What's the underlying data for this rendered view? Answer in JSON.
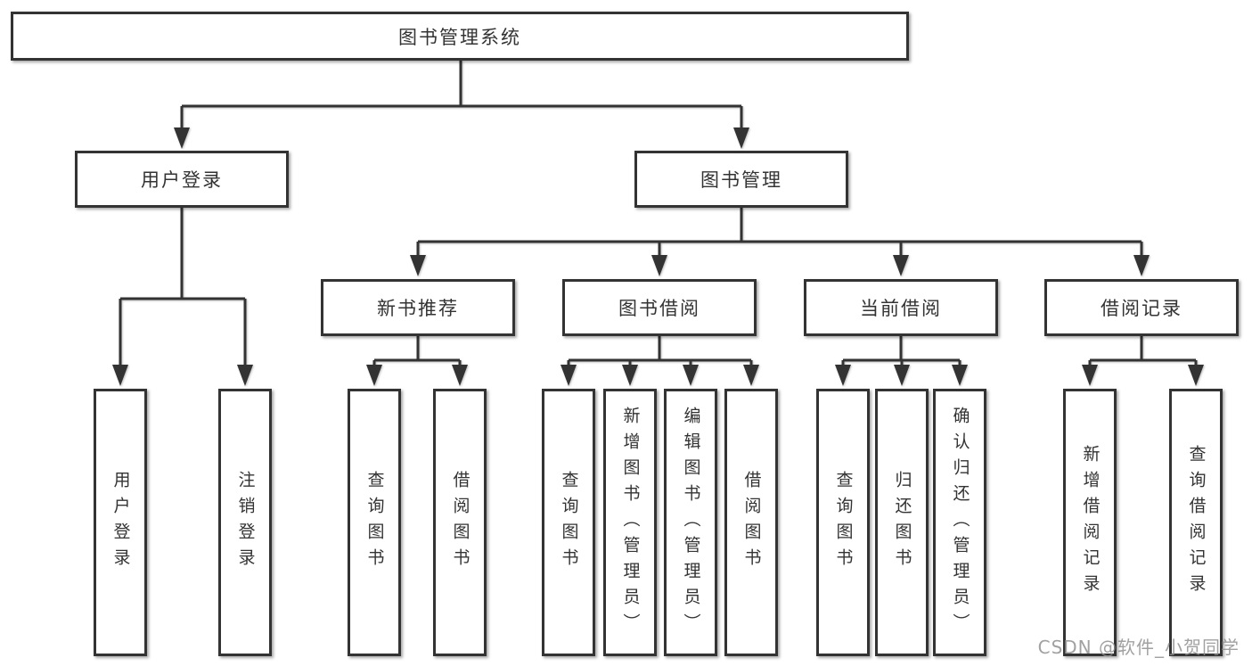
{
  "tree": {
    "root": {
      "label": "图书管理系统"
    },
    "branches": [
      {
        "label": "用户登录",
        "leaves": [
          "用户登录",
          "注销登录"
        ]
      },
      {
        "label": "图书管理",
        "children": [
          {
            "label": "新书推荐",
            "leaves": [
              "查询图书",
              "借阅图书"
            ]
          },
          {
            "label": "图书借阅",
            "leaves": [
              "查询图书",
              "新增图书（管理员）",
              "编辑图书（管理员）",
              "借阅图书"
            ]
          },
          {
            "label": "当前借阅",
            "leaves": [
              "查询图书",
              "归还图书",
              "确认归还（管理员）"
            ]
          },
          {
            "label": "借阅记录",
            "leaves": [
              "新增借阅记录",
              "查询借阅记录"
            ]
          }
        ]
      }
    ]
  },
  "watermark": "CSDN @软件_小贺同学",
  "colors": {
    "line": "#333333",
    "box_border": "#333333",
    "text": "#333333",
    "background": "#ffffff",
    "watermark": "#919191"
  }
}
